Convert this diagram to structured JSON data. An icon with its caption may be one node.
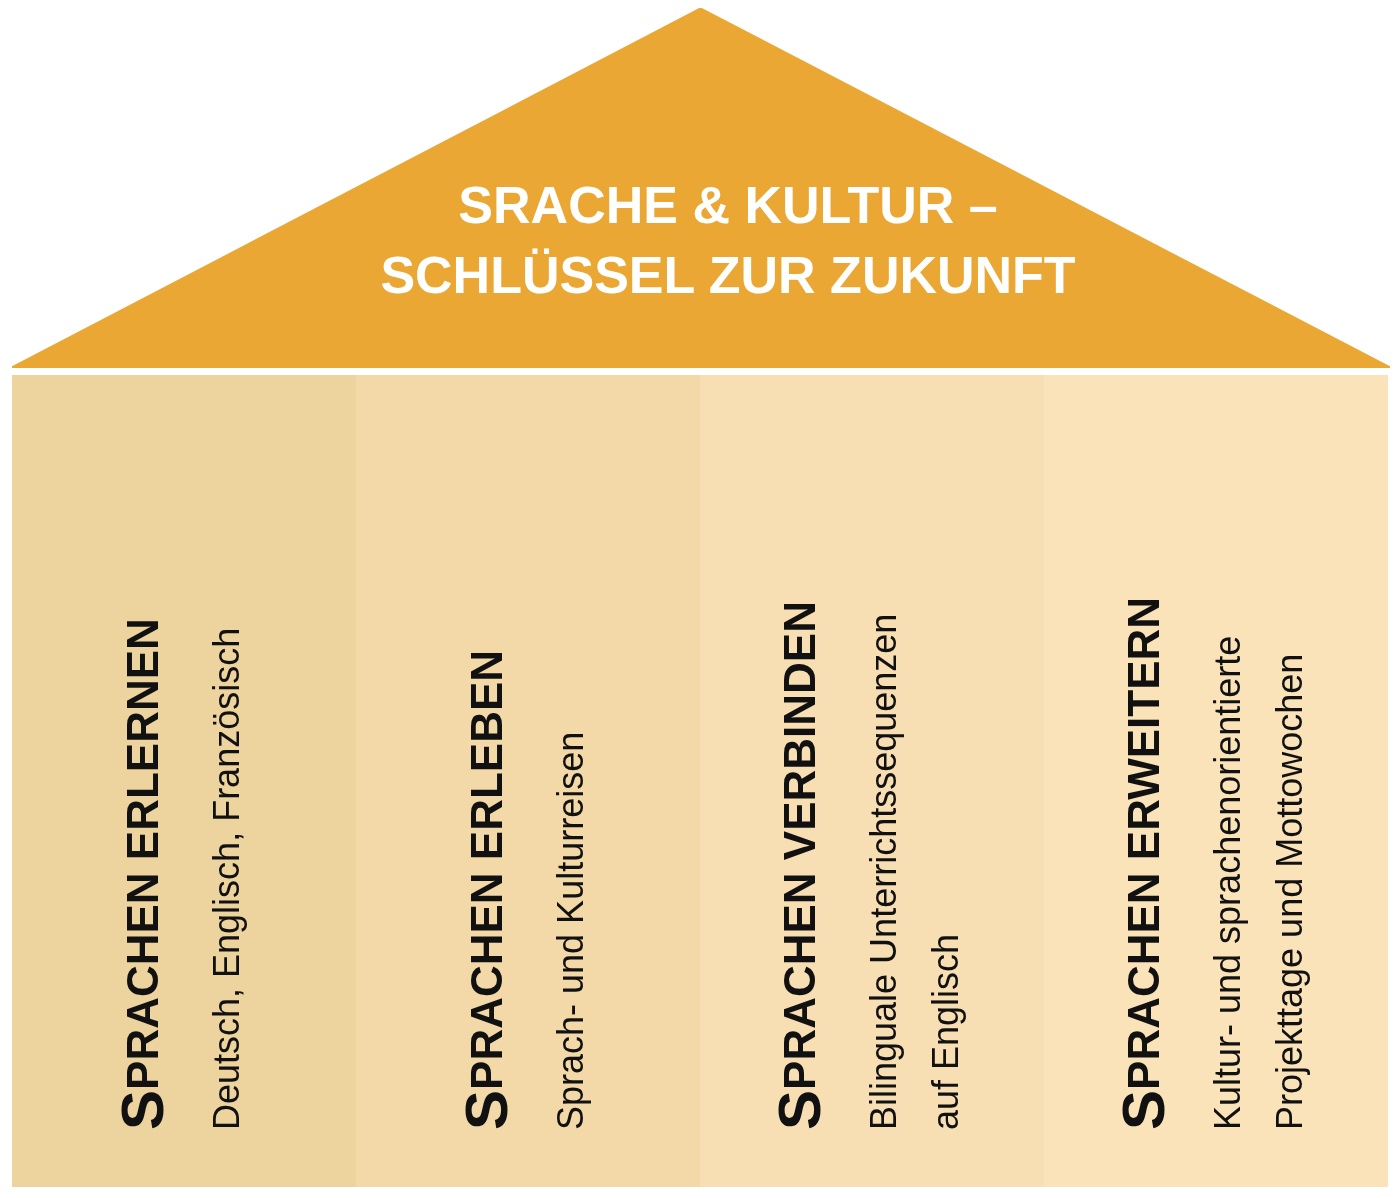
{
  "diagram": {
    "nodes": [
      {
        "text": [
          "SRACHE & KULTUR – SCHLÜSSEL ZUR ZUKUNFT"
        ]
      },
      {
        "text": [
          "SPRACHEN ERLERNEN",
          "Deutsch, Englisch, Französisch"
        ]
      },
      {
        "text": [
          "SPRACHEN ERLEBEN",
          "Sprach- und Kulturreisen"
        ]
      },
      {
        "text": [
          "SPRACHEN VERBINDEN",
          "Bilinguale Unterrichtssequenzen auf Englisch"
        ]
      },
      {
        "text": [
          "SPRACHEN ERWEITERN",
          "Kultur- und sprachenorientierte Projekttage und Mottowochen"
        ]
      }
    ],
    "edges": []
  }
}
